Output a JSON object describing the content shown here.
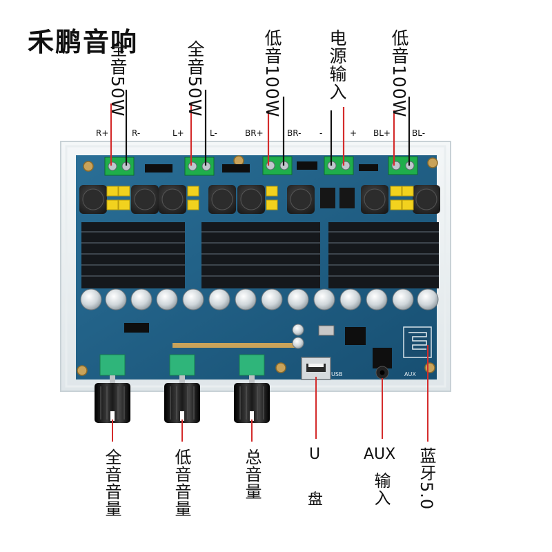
{
  "brand": {
    "title": "禾鹏音响"
  },
  "top_labels": [
    "全音50W",
    "全音50W",
    "低音100W",
    "电源输入",
    "低音100W"
  ],
  "terminals": [
    "R+",
    "R-",
    "L+",
    "L-",
    "BR+",
    "BR-",
    "-",
    "+",
    "BL+",
    "BL-"
  ],
  "bottom_labels": {
    "full_volume": "全音音量",
    "bass_volume": "低音音量",
    "master_volume": "总音量",
    "usb_u": "U",
    "usb_disk": "盘",
    "aux": "AUX",
    "aux_input": "输入",
    "bluetooth": "蓝牙5.0"
  },
  "board_print": {
    "usb": "USB",
    "aux": "AUX"
  },
  "colors": {
    "pcb": "#1f5f86",
    "terminal_block": "#1fae4b",
    "heatsink": "#15181c",
    "pointer_line": "#d42b2b",
    "knob": "#0b0b0b"
  }
}
